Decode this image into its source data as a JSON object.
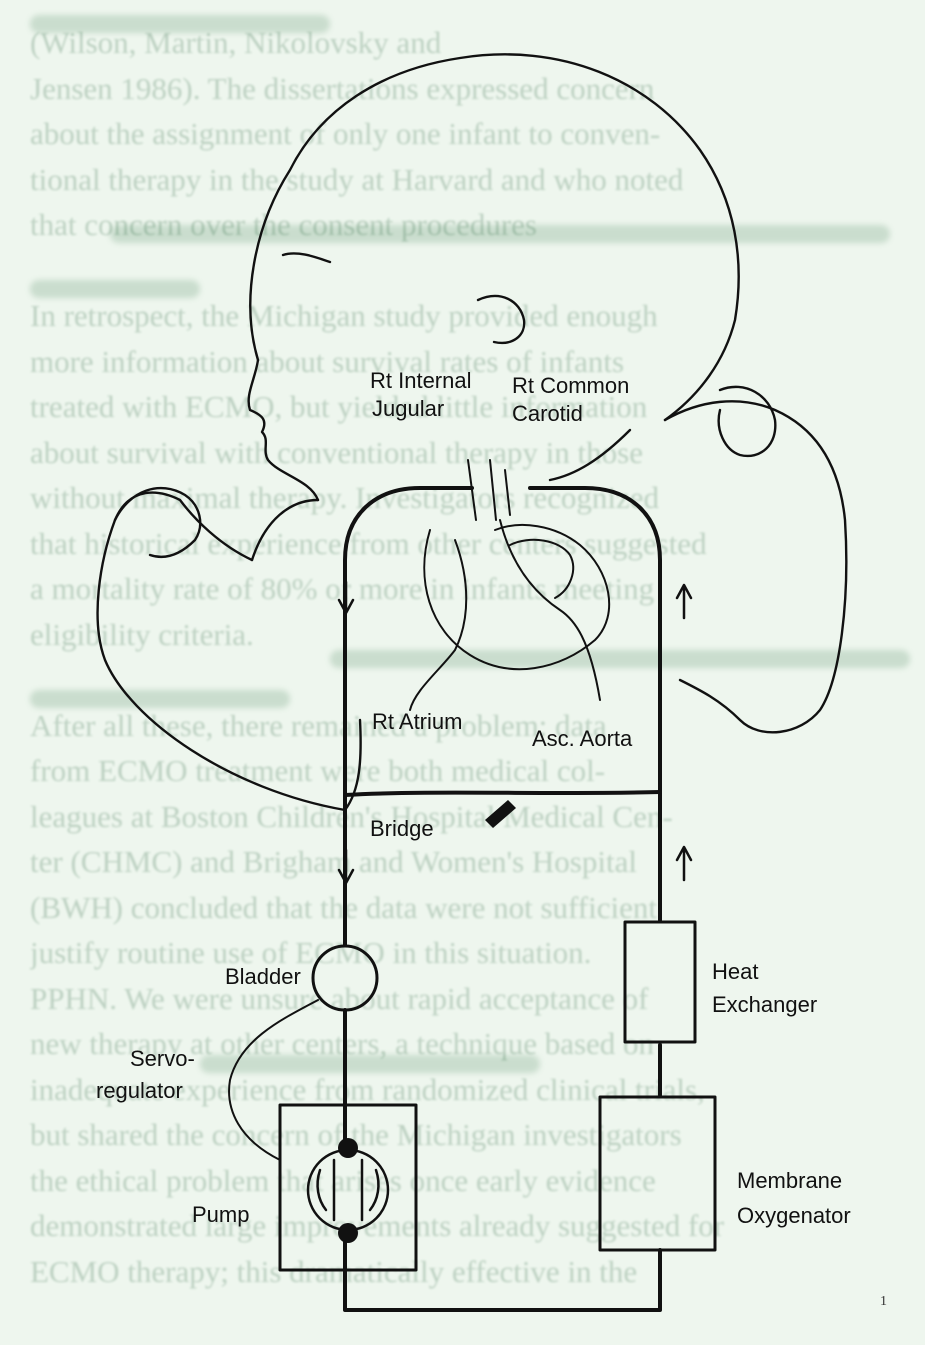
{
  "diagram": {
    "labels": {
      "rt_internal_jugular_1": "Rt Internal",
      "rt_internal_jugular_2": "Jugular",
      "rt_common_carotid_1": "Rt Common",
      "rt_common_carotid_2": "Carotid",
      "rt_atrium": "Rt Atrium",
      "asc_aorta": "Asc. Aorta",
      "bridge": "Bridge",
      "bladder": "Bladder",
      "servo_regulator_1": "Servo-",
      "servo_regulator_2": "regulator",
      "heat_exchanger_1": "Heat",
      "heat_exchanger_2": "Exchanger",
      "pump": "Pump",
      "membrane_oxygenator_1": "Membrane",
      "membrane_oxygenator_2": "Oxygenator"
    },
    "page_number": "1"
  },
  "background_text": {
    "lines": [
      "(Wilson, Martin, Nikolovsky and",
      "Jensen 1986). The dissertations expressed concern",
      "about the assignment of only one infant to conven-",
      "tional therapy in the study at Harvard and who noted",
      "that concern over the consent procedures",
      "",
      "In retrospect, the Michigan study provided enough",
      "more information about survival rates of infants",
      "treated with ECMO, but yielded little information",
      "about survival with conventional therapy in those",
      "without maximal therapy. Investigators recognized",
      "that historical experience from other centers suggested",
      "a mortality rate of 80% or more in infants meeting",
      "eligibility criteria.",
      "",
      "After all these, there remained a problem: data",
      "from ECMO treatment were both medical col-",
      "leagues at Boston Children's Hospital Medical Cen-",
      "ter (CHMC) and Brigham and Women's Hospital",
      "(BWH) concluded that the data were not sufficient",
      "justify routine use of ECMO in this situation.",
      "PPHN. We were unsure about rapid acceptance of",
      "new therapy at other centers, a technique based on",
      "inadequate experience from randomized clinical trials,",
      "but shared the concern of the Michigan investigators",
      "the ethical problem that arises once early evidence",
      "demonstrated large improvements already suggested for",
      "ECMO therapy; this dramatically effective in the"
    ]
  }
}
